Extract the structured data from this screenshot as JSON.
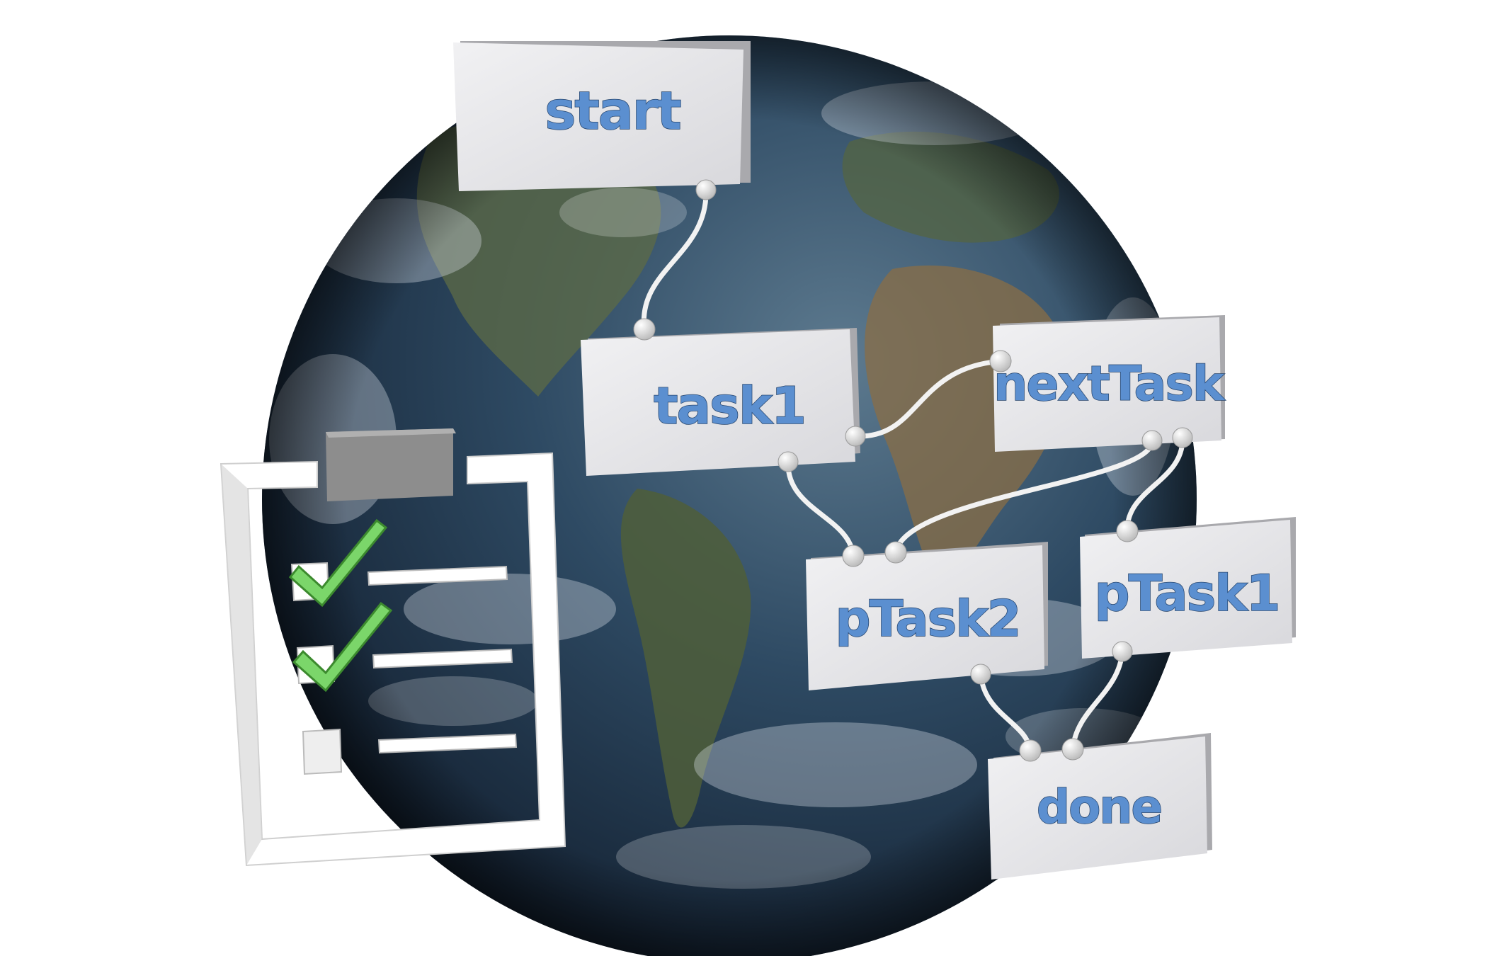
{
  "nodes": {
    "start": "start",
    "task1": "task1",
    "nextTask": "nextTask",
    "pTask2": "pTask2",
    "pTask1": "pTask1",
    "done": "done"
  },
  "checklist": {
    "items": [
      {
        "checked": true
      },
      {
        "checked": true
      },
      {
        "checked": false
      }
    ]
  },
  "colors": {
    "box_face": "#e6e6e8",
    "label_text": "#5b8fd0",
    "connector": "#f4f4f4",
    "check": "#7bd66a"
  }
}
